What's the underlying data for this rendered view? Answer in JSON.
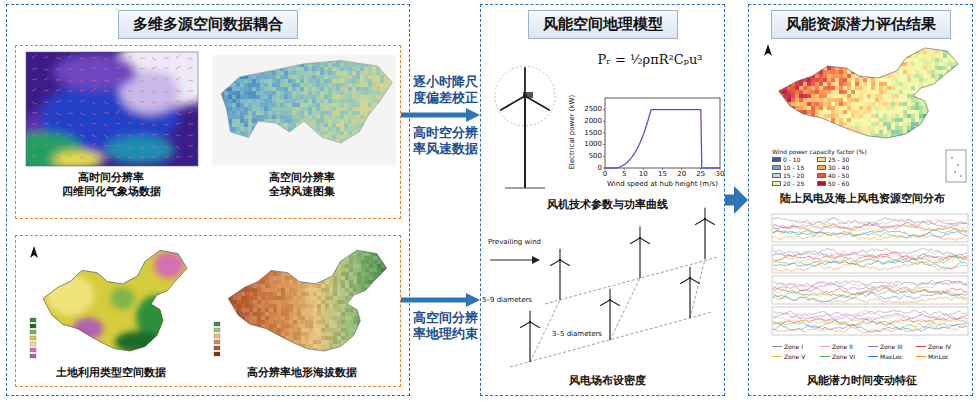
{
  "diagram": {
    "nodes": [
      {
        "text": [
          "多维多源空间数据耦合"
        ]
      },
      {
        "text": [
          "高时间分辨率 四维同化气象场数据",
          "高空间分辨率 全球风速图集"
        ],
        "in": 0
      },
      {
        "text": [
          "土地利用类型空间数据",
          "高分辨率地形海拔数据"
        ],
        "in": 0
      },
      {
        "text": [
          "风能空间地理模型"
        ]
      },
      {
        "text": [
          "风能资源潜力评估结果"
        ]
      }
    ],
    "edges": [
      {
        "from": 1,
        "to": 3,
        "arrow": "to",
        "label": "逐小时降尺度偏差校正"
      },
      {
        "from": 2,
        "to": 3,
        "arrow": "to",
        "label": "高空间分辨率地理约束"
      },
      {
        "from": 3,
        "to": 4,
        "arrow": "to"
      }
    ],
    "labels": [
      "高时空分辨率风速数据",
      "Pᵣ = ½ρπR²Cₚu³",
      "Electrical power (kW)",
      "Wind speed at hub height (m/s)",
      "0",
      "5",
      "10",
      "15",
      "20",
      "25",
      "30",
      "0",
      "500",
      "1000",
      "1500",
      "2000",
      "2500",
      "风机技术参数与功率曲线",
      "Prevailing wind",
      "5–9 diameters",
      "3–5 diameters",
      "风电场布设密度",
      "陆上风电及海上风电资源空间分布",
      "Wind power capacity factor (%)",
      "风能潜力时间变动特征"
    ],
    "legend": [
      {
        "text": "0 - 10",
        "color": "#3a57a8"
      },
      {
        "text": "10 - 15",
        "color": "#6fa8d6"
      },
      {
        "text": "15 - 20",
        "color": "#b5dde6"
      },
      {
        "text": "20 - 25",
        "color": "#e9f5a8"
      },
      {
        "text": "25 - 30",
        "color": "#fde08b"
      },
      {
        "text": "30 - 40",
        "color": "#fba35c"
      },
      {
        "text": "40 - 50",
        "color": "#e8553a"
      },
      {
        "text": "50 - 60",
        "color": "#b2182b"
      },
      {
        "text": "Zone I"
      },
      {
        "text": "Zone II"
      },
      {
        "text": "Zone III"
      },
      {
        "text": "Zone IV"
      },
      {
        "text": "Zone V"
      },
      {
        "text": "Zone VI"
      },
      {
        "text": "MaxLoc"
      },
      {
        "text": "MinLoc"
      }
    ]
  }
}
